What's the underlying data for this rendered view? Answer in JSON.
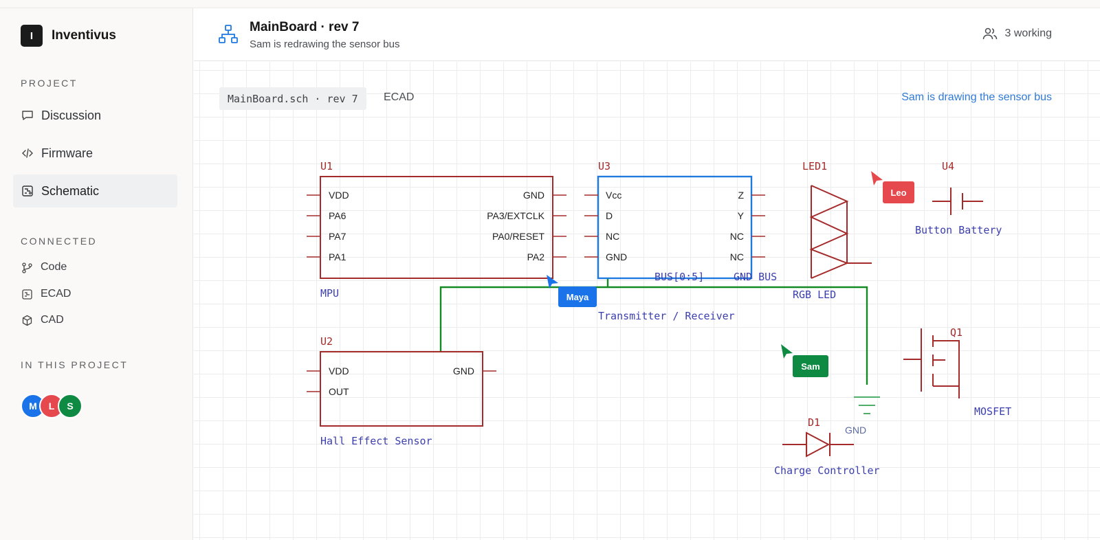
{
  "brand": {
    "logo_letter": "I",
    "name": "Inventivus"
  },
  "sidebar": {
    "project_label": "PROJECT",
    "project_items": [
      {
        "label": "Discussion",
        "icon": "chat-icon"
      },
      {
        "label": "Firmware",
        "icon": "code-icon"
      },
      {
        "label": "Schematic",
        "icon": "schematic-icon",
        "active": true
      }
    ],
    "connected_label": "CONNECTED",
    "connected_items": [
      {
        "label": "Code",
        "icon": "branch-icon"
      },
      {
        "label": "ECAD",
        "icon": "circuit-icon"
      },
      {
        "label": "CAD",
        "icon": "cube-icon"
      }
    ],
    "members_label": "IN THIS PROJECT",
    "members": [
      {
        "initial": "M",
        "color": "#1a73e8"
      },
      {
        "initial": "L",
        "color": "#e5484d"
      },
      {
        "initial": "S",
        "color": "#0f8a43"
      }
    ]
  },
  "header": {
    "title": "MainBoard · rev 7",
    "subtitle": "Sam is redrawing the sensor bus",
    "working": "3 working"
  },
  "canvas": {
    "file_chip": "MainBoard.sch · rev 7",
    "tag": "ECAD",
    "status": "Sam is drawing the sensor bus"
  },
  "schematic": {
    "colors": {
      "part": "#a52a2a",
      "label": "#3b3fae",
      "selected": "#1f7ae0",
      "wire": "#138a23",
      "ground": "#4fae6a"
    },
    "parts": {
      "u1": {
        "ref": "U1",
        "name": "MPU",
        "left_pins": [
          "VDD",
          "PA6",
          "PA7",
          "PA1"
        ],
        "right_pins": [
          "GND",
          "PA3/EXTCLK",
          "PA0/RESET",
          "PA2"
        ]
      },
      "u2": {
        "ref": "U2",
        "name": "Hall Effect Sensor",
        "left_pins": [
          "VDD",
          "OUT"
        ],
        "right_pins": [
          "GND"
        ]
      },
      "u3": {
        "ref": "U3",
        "name": "Transmitter / Receiver",
        "left_pins": [
          "Vcc",
          "D",
          "NC",
          "GND"
        ],
        "right_pins": [
          "Z",
          "Y",
          "NC",
          "NC"
        ]
      },
      "led1": {
        "ref": "LED1",
        "name": "RGB LED"
      },
      "u4": {
        "ref": "U4",
        "name": "Button Battery"
      },
      "q1": {
        "ref": "Q1",
        "name": "MOSFET"
      },
      "d1": {
        "ref": "D1",
        "name": "Charge Controller"
      },
      "gnd": {
        "name": "GND"
      }
    },
    "net_labels": [
      "BUS[0:5]",
      "GND BUS"
    ],
    "cursors": [
      {
        "name": "Maya",
        "color": "#1a73e8"
      },
      {
        "name": "Leo",
        "color": "#e5484d"
      },
      {
        "name": "Sam",
        "color": "#0f8a43"
      }
    ]
  }
}
